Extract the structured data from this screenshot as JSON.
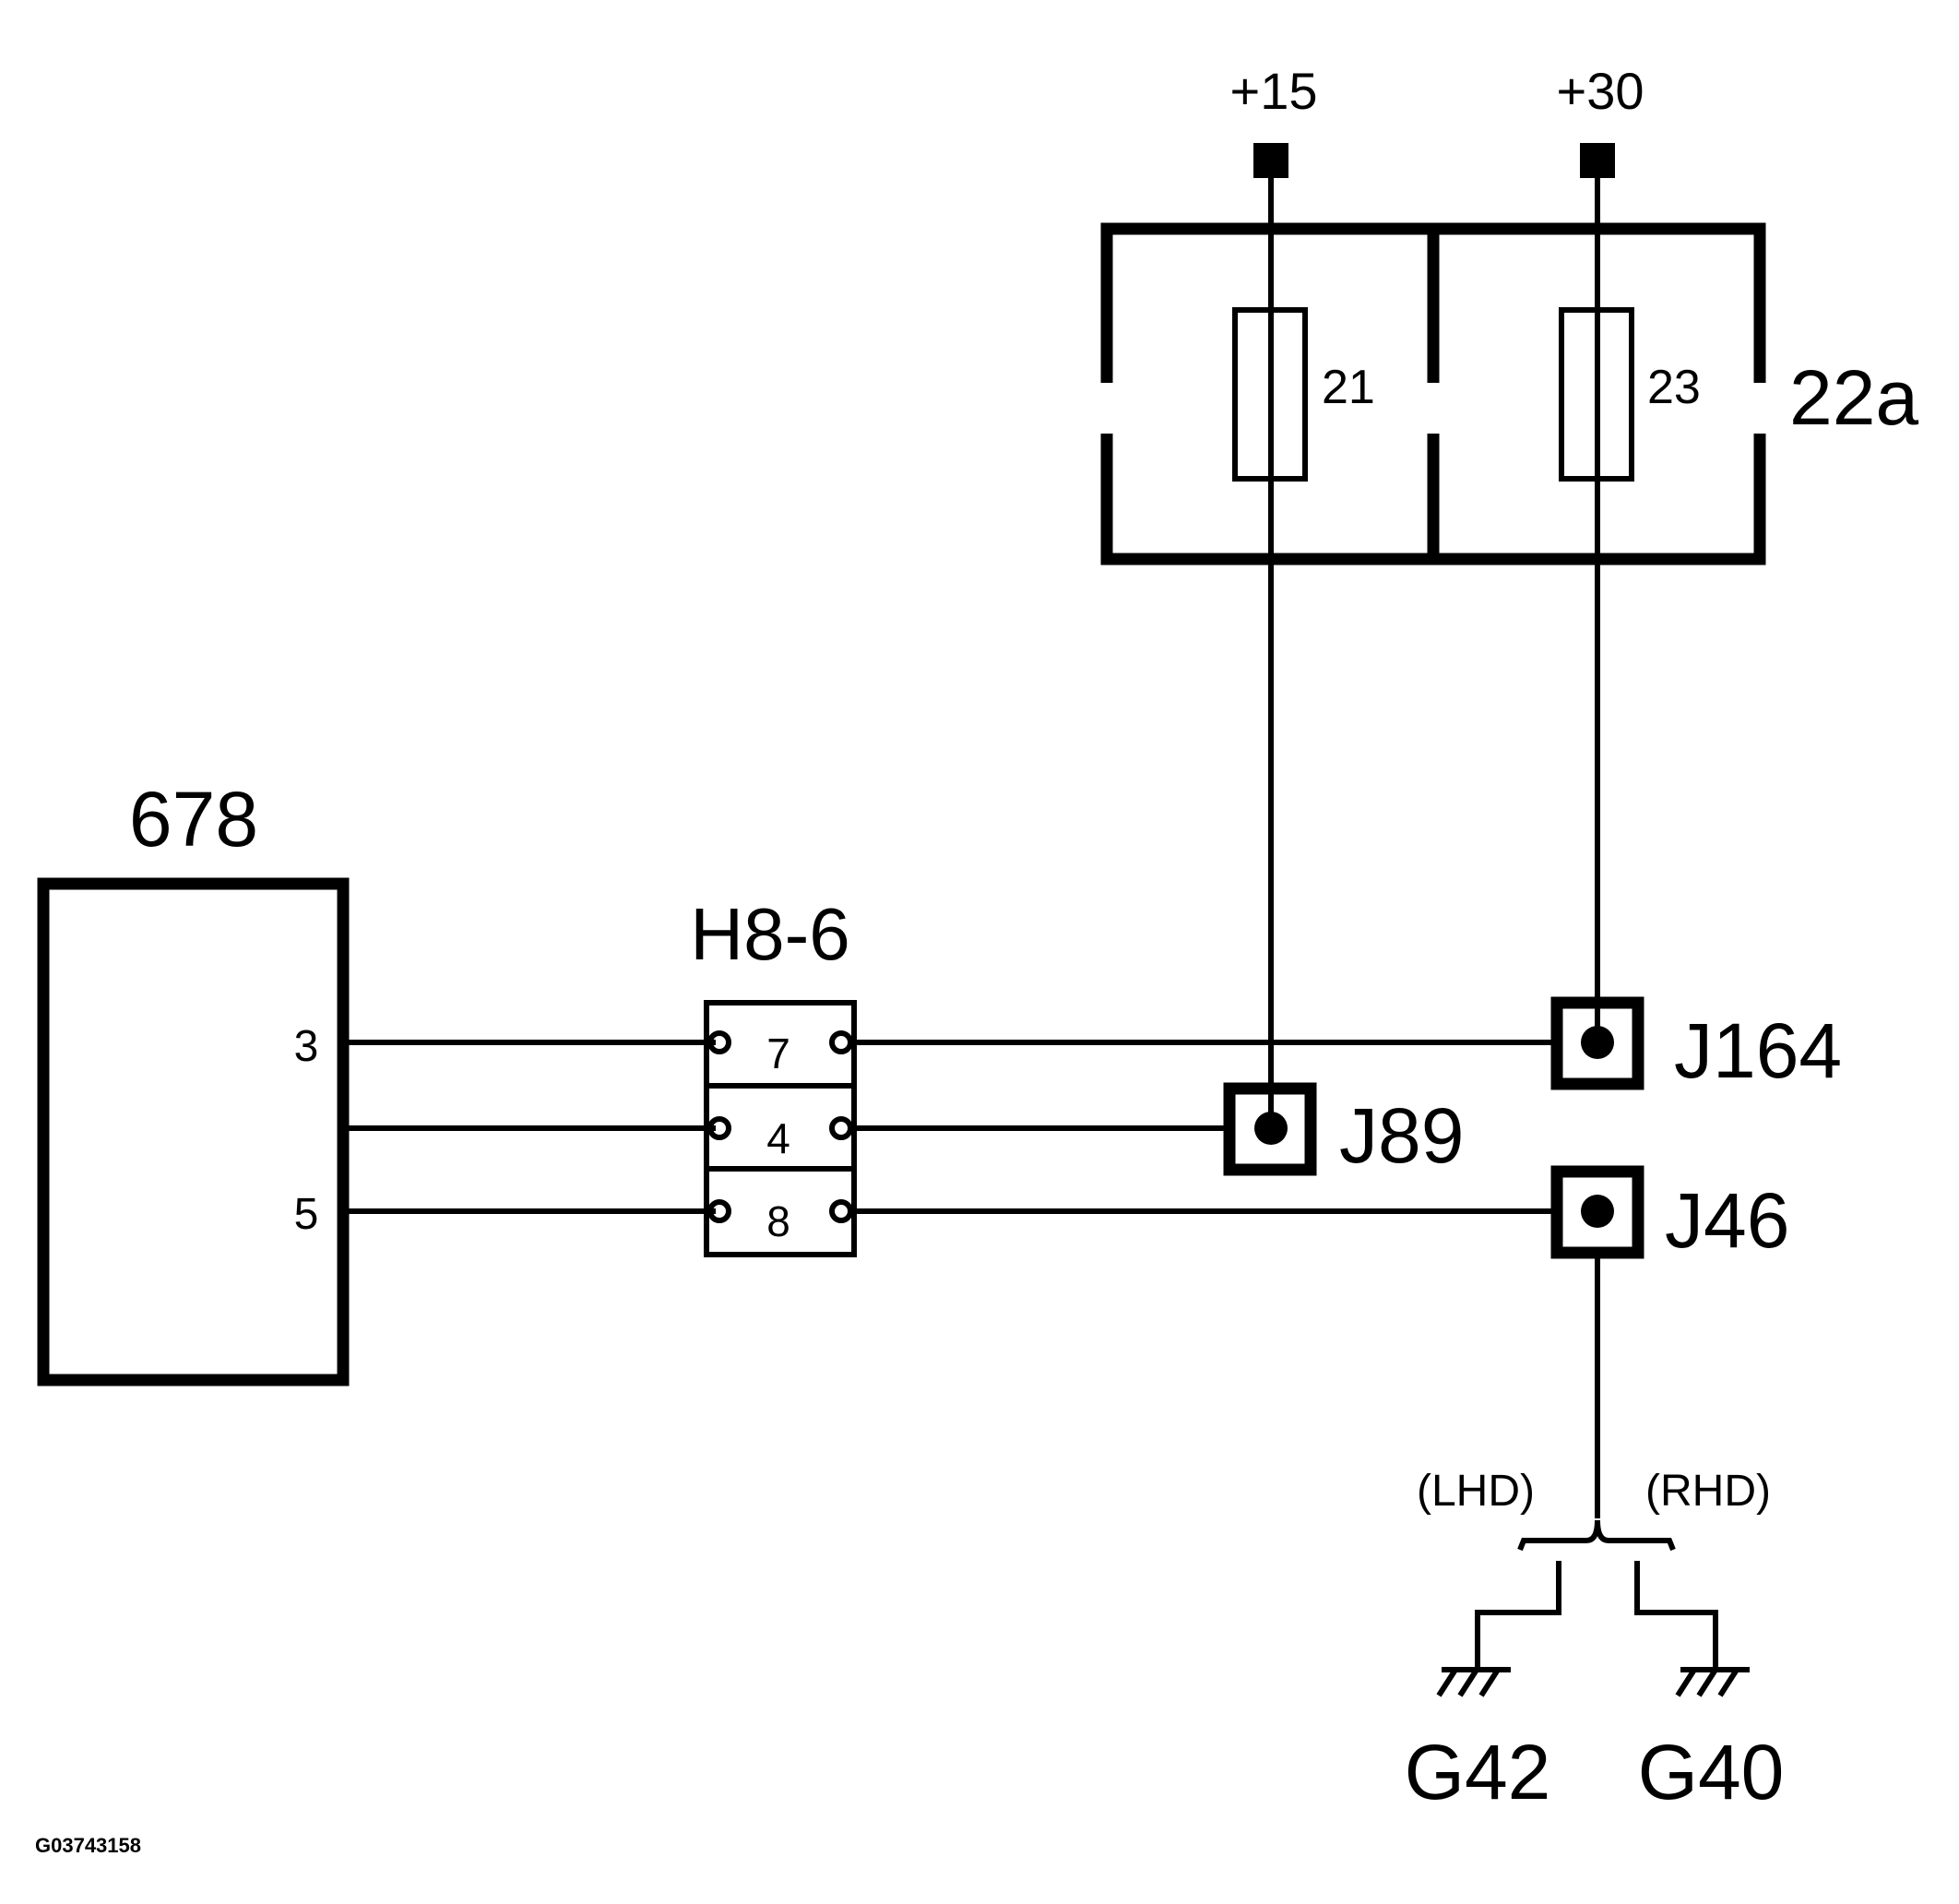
{
  "supply": {
    "plus15": "+15",
    "plus30": "+30"
  },
  "fuse_box": {
    "label": "22a",
    "fuse_a": "21",
    "fuse_b": "23"
  },
  "module": {
    "label": "678",
    "pin_a": "3",
    "pin_b": "5"
  },
  "connector": {
    "label": "H8-6",
    "pins": [
      "7",
      "4",
      "8"
    ]
  },
  "junctions": {
    "j164": "J164",
    "j89": "J89",
    "j46": "J46"
  },
  "grounds": {
    "lhd": "(LHD)",
    "rhd": "(RHD)",
    "g42": "G42",
    "g40": "G40"
  },
  "figure_id": "G03743158"
}
